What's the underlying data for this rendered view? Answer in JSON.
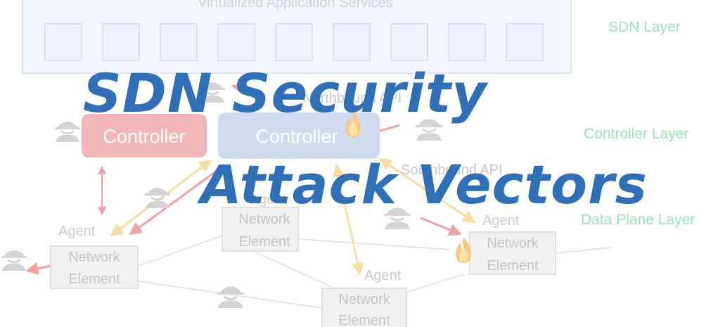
{
  "services_box": {
    "label": "Virtualized Application Services"
  },
  "layers": {
    "sdn": "SDN Layer",
    "controller": "Controller Layer",
    "data_plane": "Data Plane Layer"
  },
  "apis": {
    "northbound": "Northbound API",
    "southbound": "Southbound API"
  },
  "controllers": [
    {
      "label": "Controller",
      "color": "#f3b6b6"
    },
    {
      "label": "Controller",
      "color": "#cfdcf0"
    }
  ],
  "network_elements": [
    {
      "agent": "Agent",
      "label1": "Network",
      "label2": "Element"
    },
    {
      "agent": "Agent",
      "label1": "Network",
      "label2": "Element"
    },
    {
      "agent": "Agent",
      "label1": "Network",
      "label2": "Element"
    },
    {
      "agent": "Agent",
      "label1": "Network",
      "label2": "Element"
    }
  ],
  "title": {
    "line1": "SDN Security",
    "line2": "Attack Vectors",
    "color": "#2f6fb8"
  },
  "icons": {
    "attacker": "hacker-spy-icon",
    "exploit": "fire-icon"
  },
  "colors": {
    "layer_label": "#9be3b8",
    "muted_text": "#c8c8c8",
    "red_arrow": "#f2a0a0",
    "yellow_arrow": "#f6dda0"
  }
}
